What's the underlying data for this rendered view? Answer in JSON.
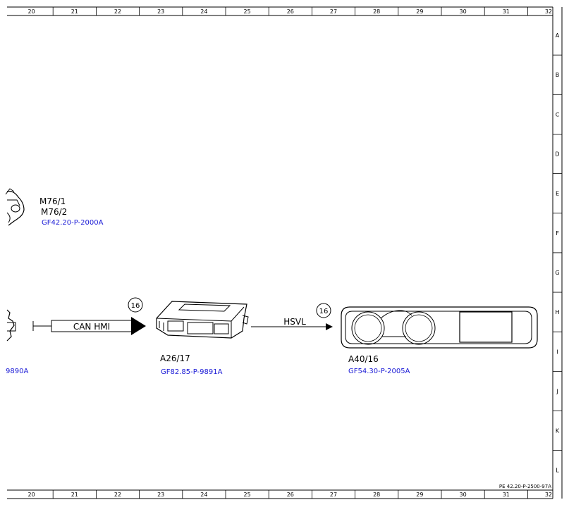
{
  "grid": {
    "columns": [
      "20",
      "21",
      "22",
      "23",
      "24",
      "25",
      "26",
      "27",
      "28",
      "29",
      "30",
      "31",
      "32"
    ],
    "rows": [
      "A",
      "B",
      "C",
      "D",
      "E",
      "F",
      "G",
      "H",
      "I",
      "J",
      "K",
      "L"
    ]
  },
  "components": {
    "m76": {
      "code_1": "M76/1",
      "code_2": "M76/2",
      "ref": "GF42.20-P-2000A"
    },
    "left_partial": {
      "ref": "9890A"
    },
    "a26": {
      "code": "A26/17",
      "ref": "GF82.85-P-9891A"
    },
    "a40": {
      "code": "A40/16",
      "ref": "GF54.30-P-2005A"
    }
  },
  "connections": {
    "can_hmi": {
      "label": "CAN HMI",
      "callout": "16"
    },
    "hsvl": {
      "label": "HSVL",
      "callout": "16"
    }
  },
  "document_id": "PE 42.20-P-2500-97A"
}
